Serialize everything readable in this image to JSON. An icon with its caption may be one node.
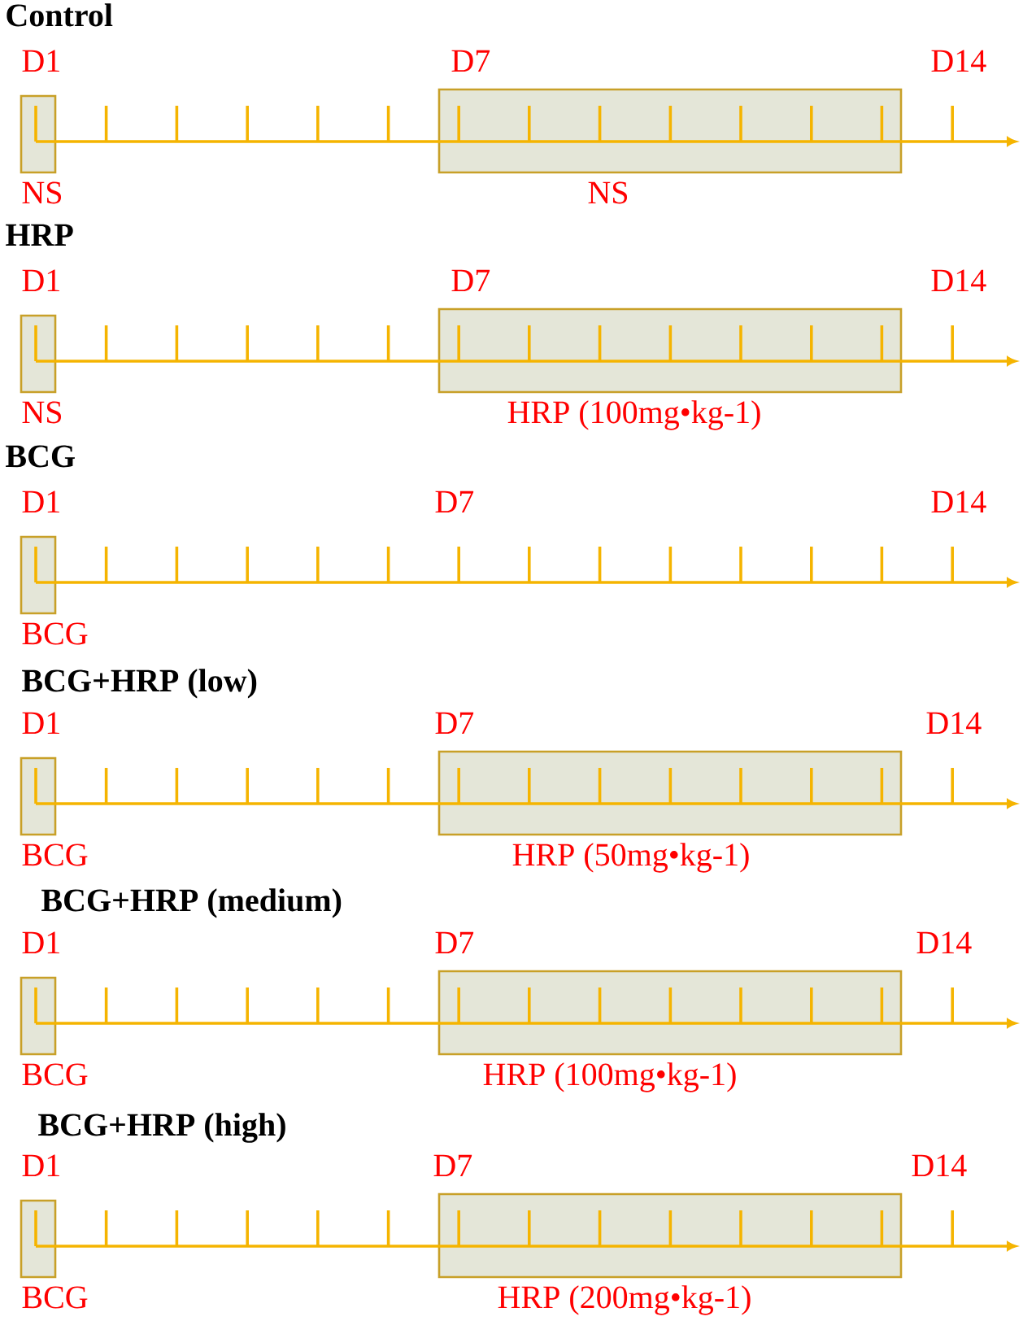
{
  "diagram": {
    "nodes": [
      {
        "text": [],
        "shape": "box",
        "beside": [
          "NS"
        ]
      },
      {
        "text": [],
        "shape": "box",
        "beside": [
          "NS"
        ]
      },
      {
        "text": [],
        "shape": "box",
        "beside": [
          "NS"
        ]
      },
      {
        "text": [],
        "shape": "box",
        "beside": [
          "HRP (100mg•kg-1)"
        ]
      },
      {
        "text": [],
        "shape": "box",
        "beside": [
          "BCG"
        ]
      },
      {
        "text": [],
        "shape": "box",
        "beside": [
          "BCG"
        ]
      },
      {
        "text": [],
        "shape": "box",
        "beside": [
          "HRP (50mg•kg-1)"
        ]
      },
      {
        "text": [],
        "shape": "box",
        "beside": [
          "BCG"
        ]
      },
      {
        "text": [],
        "shape": "box",
        "beside": [
          "HRP (100mg•kg-1)"
        ]
      },
      {
        "text": [],
        "shape": "box",
        "beside": [
          "BCG"
        ]
      },
      {
        "text": [],
        "shape": "box",
        "beside": [
          "HRP (200mg•kg-1)"
        ]
      }
    ],
    "labels": [
      "Control",
      "D1",
      "D7",
      "D14",
      "HRP",
      "D1",
      "D7",
      "D14",
      "BCG",
      "D1",
      "D7",
      "D14",
      "BCG+HRP (low)",
      "D1",
      "D7",
      "D14",
      "BCG+HRP (medium)",
      "D1",
      "D7",
      "D14",
      "BCG+HRP (high)",
      "D1",
      "D7",
      "D14"
    ]
  }
}
